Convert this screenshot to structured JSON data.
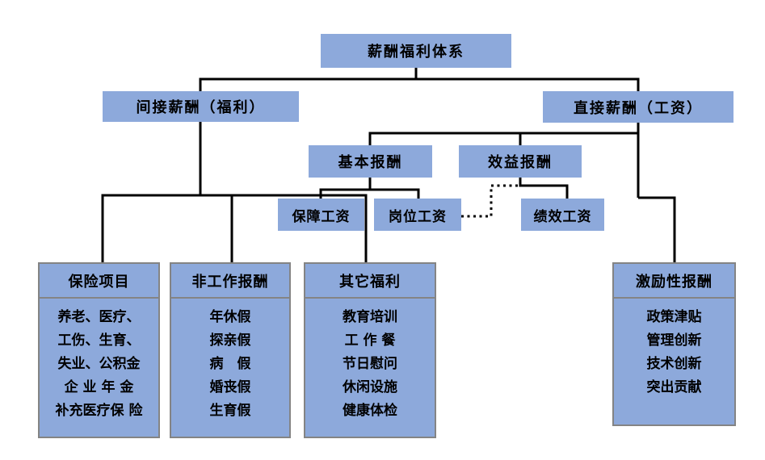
{
  "diagram": {
    "title": "薪酬福利体系",
    "root": {
      "label": "薪酬福利体系"
    },
    "indirect": {
      "label": "间接薪酬（福利）"
    },
    "direct": {
      "label": "直接薪酬（工资）"
    },
    "basic_pay": {
      "label": "基本报酬"
    },
    "benefit_pay": {
      "label": "效益报酬"
    },
    "guaranteed_wage": {
      "label": "保障工资"
    },
    "position_wage": {
      "label": "岗位工资"
    },
    "performance_wage": {
      "label": "绩效工资"
    },
    "insurance": {
      "title": "保险项目",
      "items": [
        "养老、医疗、",
        "工伤、生育、",
        "失业、公积金",
        "企 业 年 金",
        "补充医疗保 险"
      ]
    },
    "non_work_pay": {
      "title": "非工作报酬",
      "items": [
        "年休假",
        "探亲假",
        "病　假",
        "婚丧假",
        "生育假"
      ]
    },
    "other_benefits": {
      "title": "其它福利",
      "items": [
        "教育培训",
        "工 作 餐",
        "节日慰问",
        "休闲设施",
        "健康体检"
      ]
    },
    "incentive_pay": {
      "title": "激励性报酬",
      "items": [
        "政策津贴",
        "管理创新",
        "技术创新",
        "突出贡献"
      ]
    }
  },
  "colors": {
    "box_fill": "#8DA9DB",
    "box_border": "#848484",
    "connector": "#000000",
    "background": "#FFFFFF"
  }
}
